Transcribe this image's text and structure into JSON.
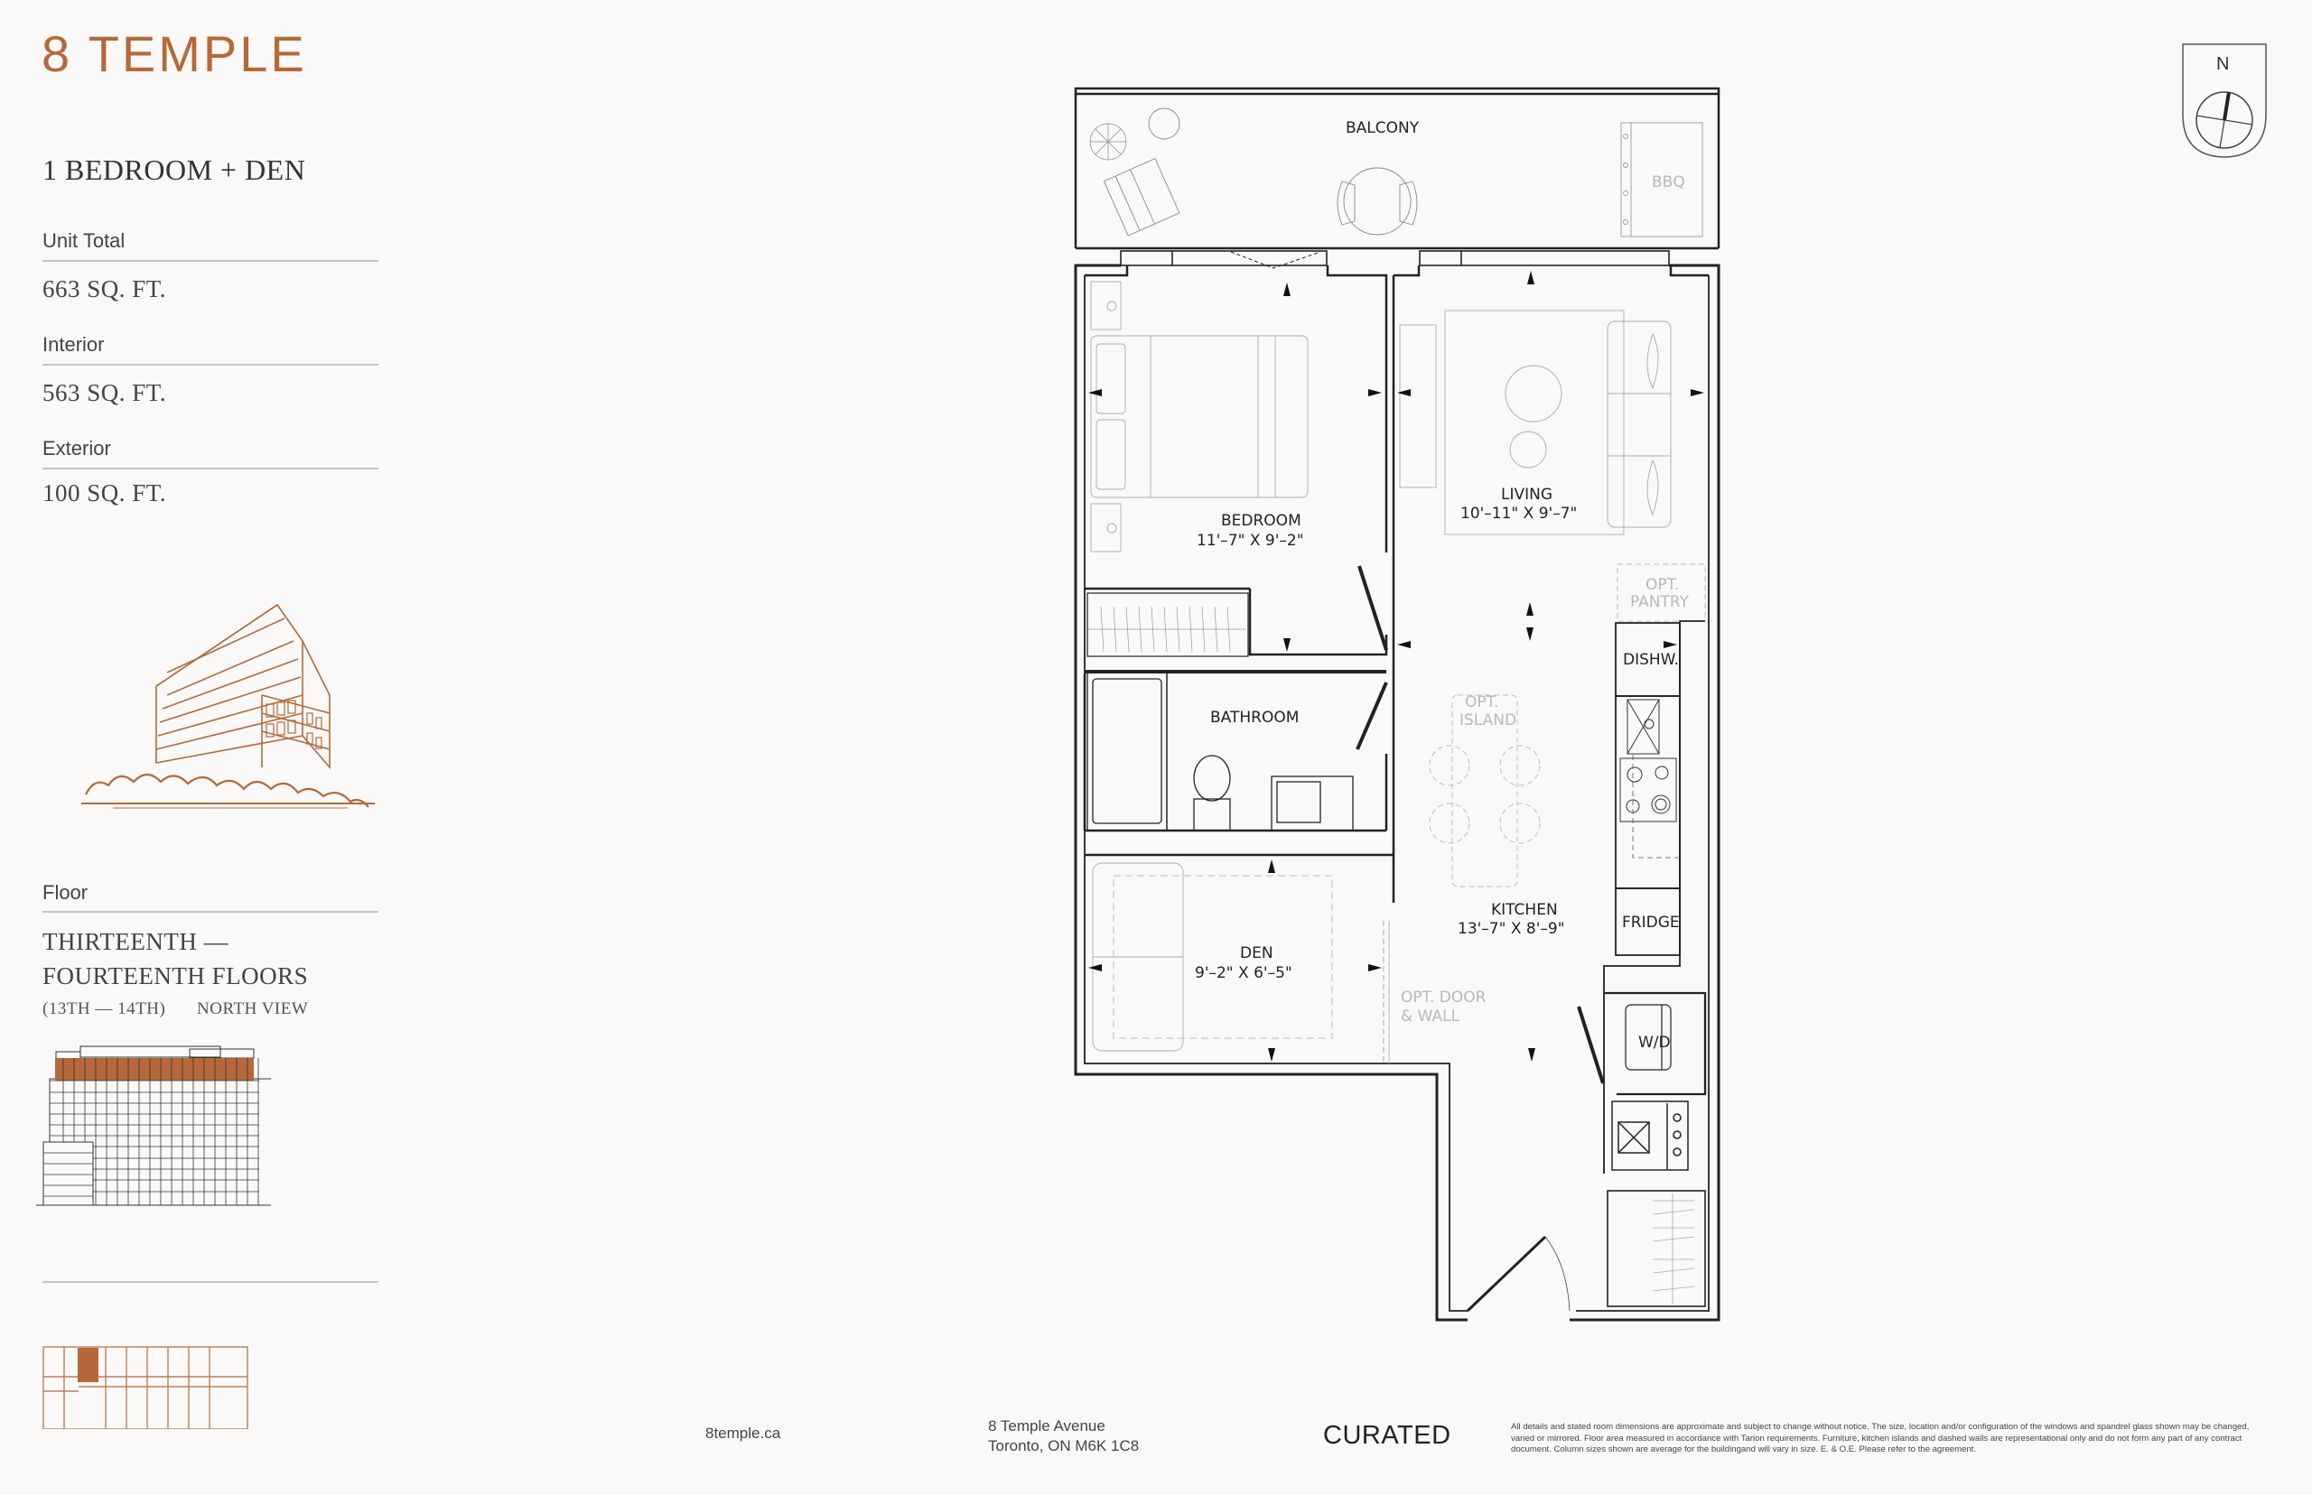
{
  "brand": {
    "logo": "8 TEMPLE",
    "accent_color": "#b5693a",
    "background_color": "#faf9f7"
  },
  "unit": {
    "type": "1 BEDROOM + DEN",
    "specs": [
      {
        "label": "Unit Total",
        "value": "663 SQ. FT."
      },
      {
        "label": "Interior",
        "value": "563 SQ. FT."
      },
      {
        "label": "Exterior",
        "value": "100 SQ. FT."
      }
    ]
  },
  "floor": {
    "label": "Floor",
    "name": "THIRTEENTH — FOURTEENTH FLOORS",
    "range": "(13TH — 14TH)",
    "view": "NORTH VIEW"
  },
  "compass": {
    "label": "N"
  },
  "plan": {
    "rooms": {
      "balcony": "BALCONY",
      "bbq": "BBQ",
      "bedroom": "BEDROOM",
      "bedroom_dims": "11'–7\" X 9'–2\"",
      "living": "LIVING",
      "living_dims": "10'–11\" X 9'–7\"",
      "opt_pantry_1": "OPT.",
      "opt_pantry_2": "PANTRY",
      "dishwasher": "DISHW.",
      "bathroom": "BATHROOM",
      "opt_island_1": "OPT.",
      "opt_island_2": "ISLAND",
      "kitchen": "KITCHEN",
      "kitchen_dims": "13'–7\" X 8'–9\"",
      "fridge": "FRIDGE",
      "den": "DEN",
      "den_dims": "9'–2\" X 6'–5\"",
      "opt_door_1": "OPT. DOOR",
      "opt_door_2": "& WALL",
      "washer_dryer": "W/D"
    }
  },
  "footer": {
    "website": "8temple.ca",
    "address_line1": "8 Temple Avenue",
    "address_line2": "Toronto, ON M6K 1C8",
    "developer": "CURATED",
    "disclaimer": "All details and stated room dimensions are approximate and subject to change without notice. The size, location and/or configuration of the windows and spandrel glass shown may be changed, varied or mirrored. Floor area measured in accordance with Tarion requirements. Furniture, kitchen islands and dashed walls are representational only and do not form any part of any contract document. Column sizes shown are average for the buildingand will vary in size. E. & O.E. Please refer to the agreement."
  }
}
